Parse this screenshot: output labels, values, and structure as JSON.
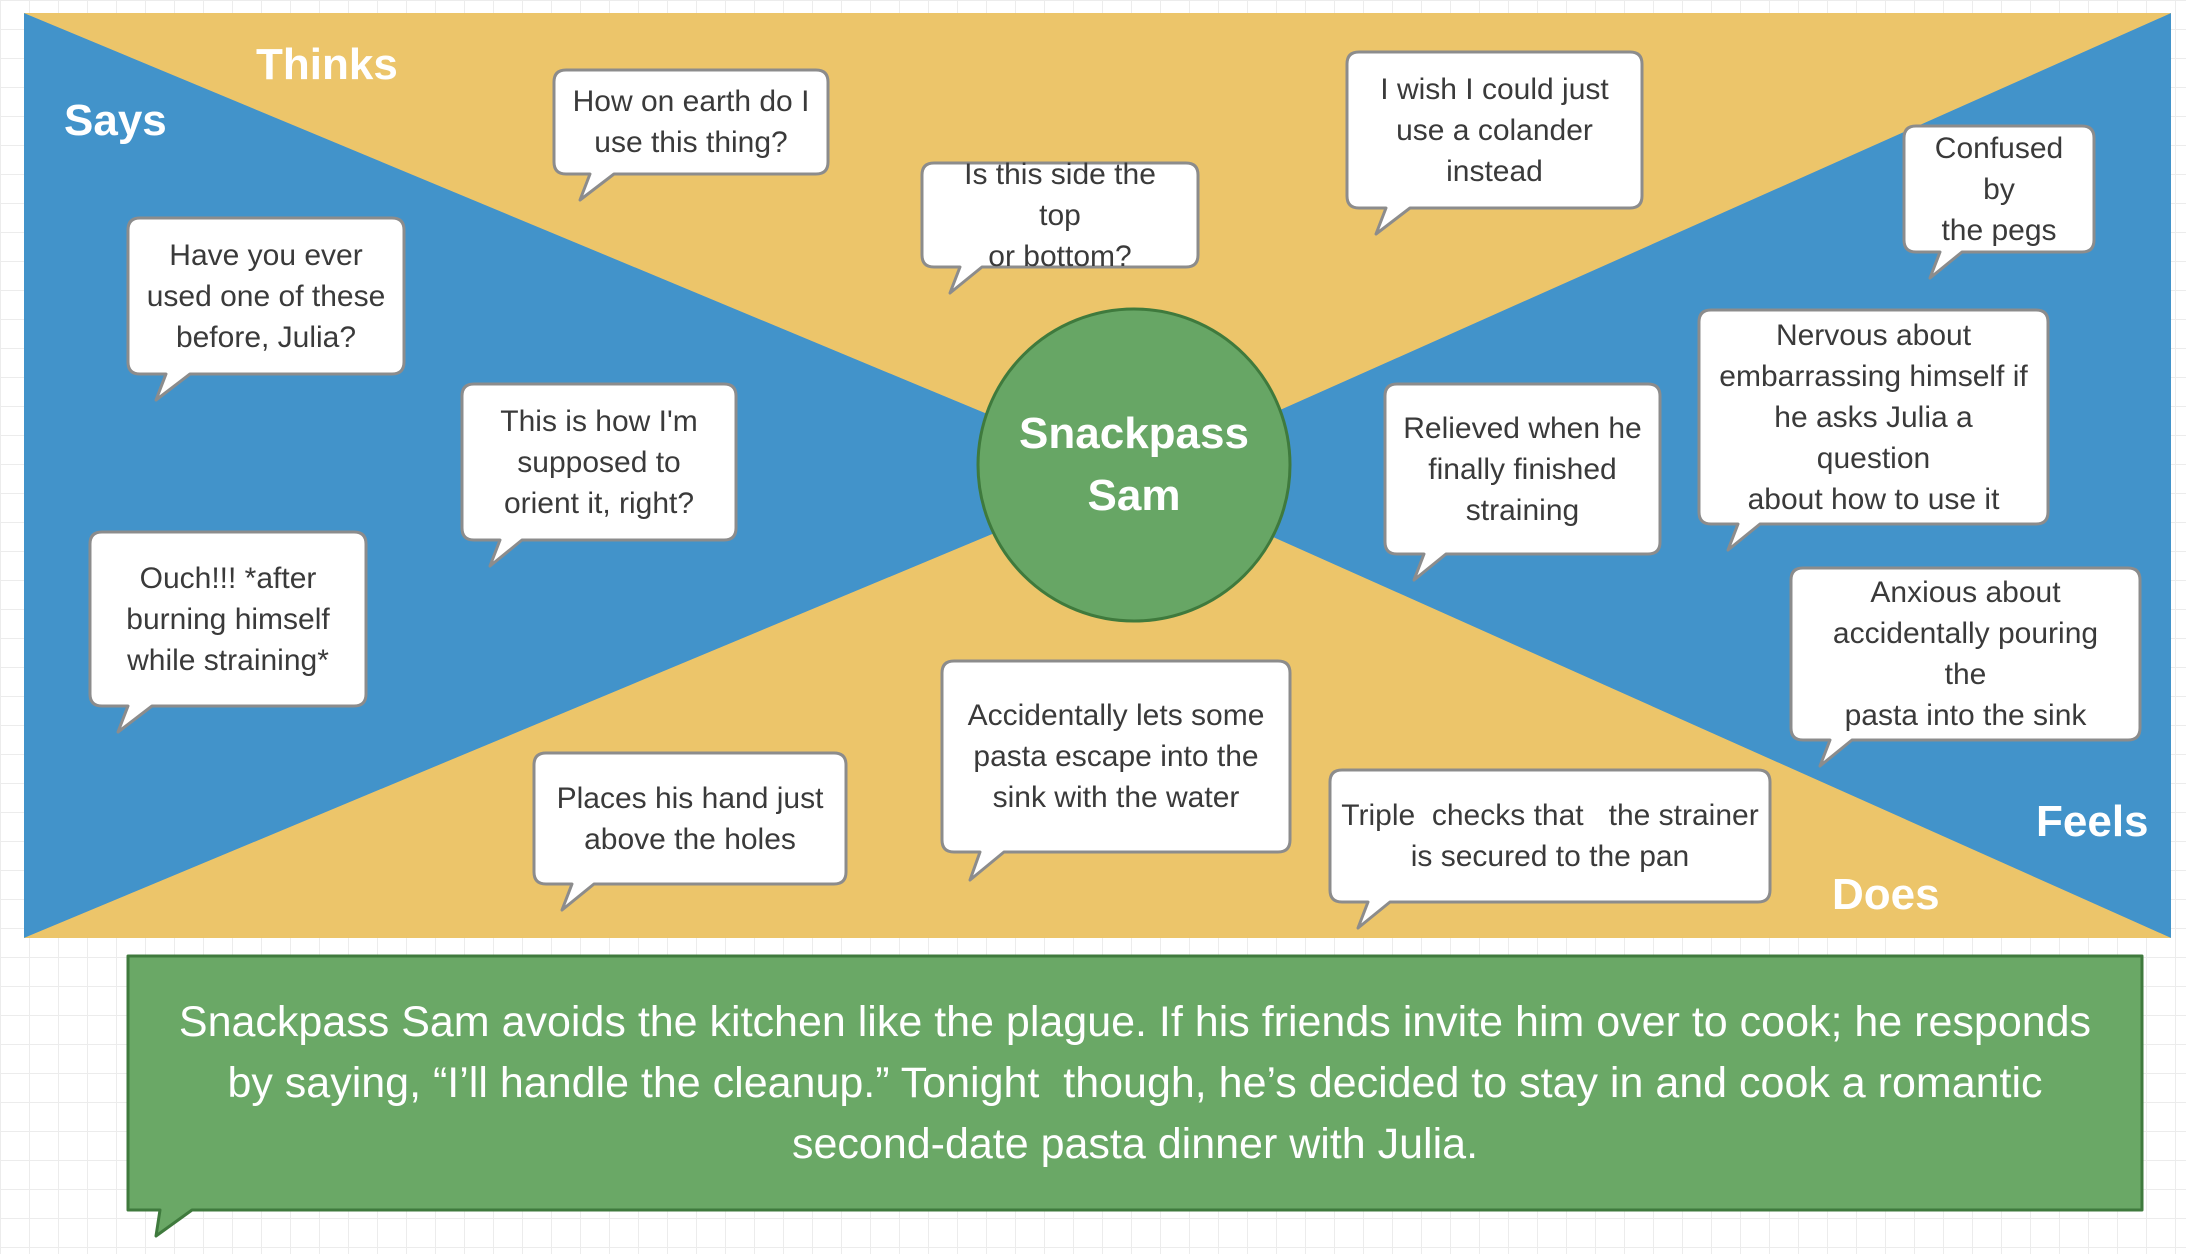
{
  "colors": {
    "says_feels": "#4293ca",
    "thinks_does": "#ecc56a",
    "persona_circle": "#67a665",
    "summary_box": "#6aa866",
    "bubble_fill": "#ffffff",
    "bubble_stroke": "#8c8c8c",
    "label_text": "#ffffff"
  },
  "quadrants": {
    "says": "Says",
    "thinks": "Thinks",
    "does": "Does",
    "feels": "Feels"
  },
  "persona": {
    "name_line1": "Snackpass",
    "name_line2": "Sam"
  },
  "bubbles": {
    "says_1": {
      "lines": [
        "Have you ever",
        "used one of these",
        "before, Julia?"
      ]
    },
    "says_2": {
      "lines": [
        "This is how I'm",
        "supposed to",
        "orient it, right?"
      ]
    },
    "says_3": {
      "lines": [
        "Ouch!!! *after",
        "burning himself",
        "while straining*"
      ]
    },
    "thinks_1": {
      "lines": [
        "How on earth do I",
        "use this thing?"
      ]
    },
    "thinks_2": {
      "lines": [
        "Is this side the top",
        "or bottom?"
      ]
    },
    "thinks_3": {
      "lines": [
        "I wish I could just",
        "use a colander",
        "instead"
      ]
    },
    "feels_1": {
      "lines": [
        "Confused by",
        "the pegs"
      ]
    },
    "feels_2": {
      "lines": [
        "Relieved when he",
        "finally finished",
        "straining"
      ]
    },
    "feels_3": {
      "lines": [
        "Nervous about",
        "embarrassing himself if",
        "he asks Julia a question",
        "about how to use it"
      ]
    },
    "feels_4": {
      "lines": [
        "Anxious about",
        "accidentally pouring the",
        "pasta into the sink"
      ]
    },
    "does_1": {
      "lines": [
        "Places his hand just",
        "above the holes"
      ]
    },
    "does_2": {
      "lines": [
        "Accidentally lets some",
        "pasta escape into the",
        "sink with the water"
      ]
    },
    "does_3": {
      "lines": [
        "Triple  checks that   the strainer",
        "is secured to the pan"
      ]
    }
  },
  "summary": {
    "lines": [
      "Snackpass Sam avoids the kitchen like the plague. If his friends invite him over to cook; he responds",
      "by saying, “I’ll handle the cleanup.” Tonight  though, he’s decided to stay in and cook a romantic",
      "second-date pasta dinner with Julia."
    ]
  }
}
